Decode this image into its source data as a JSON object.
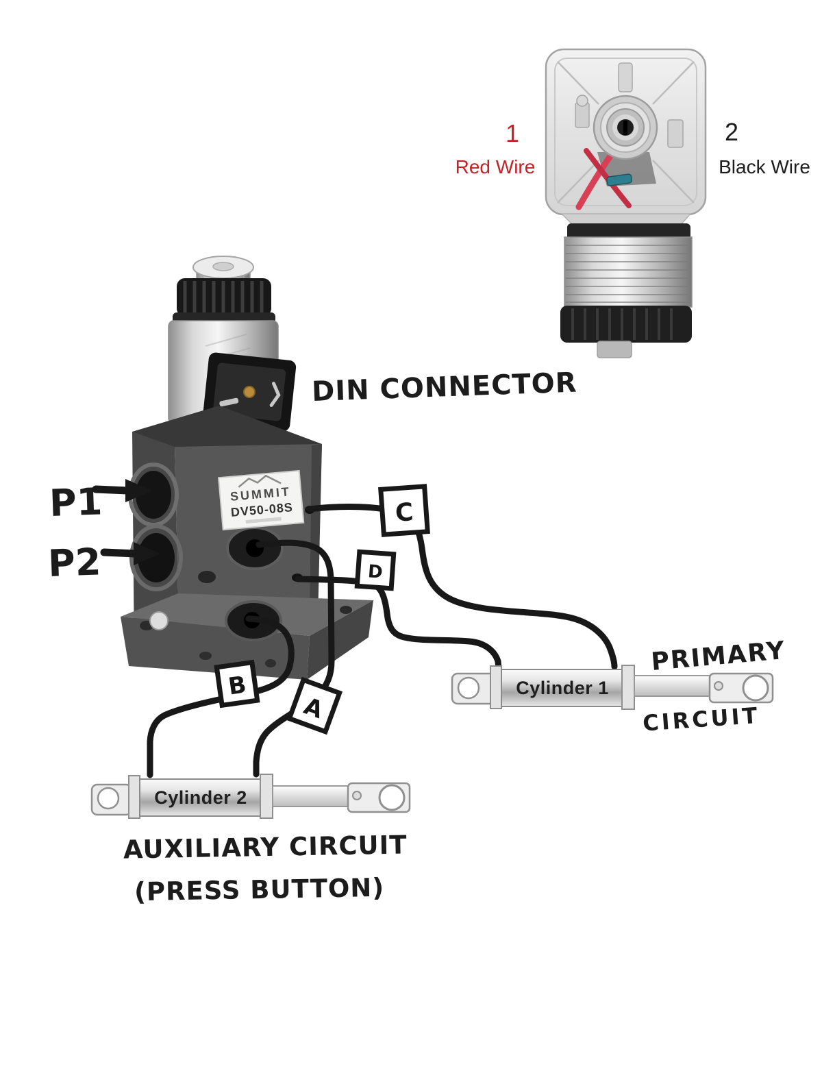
{
  "figure": {
    "background": "#ffffff",
    "ink_color": "#1c1c1c",
    "red_color": "#c42127",
    "type": "hand-annotated hydraulic valve wiring diagram"
  },
  "connector": {
    "pin1": {
      "number": "1",
      "label": "Red Wire",
      "color": "#c42127"
    },
    "pin2": {
      "number": "2",
      "label": "Black Wire",
      "color": "#1c1c1c"
    }
  },
  "valve": {
    "brand": "SUMMIT",
    "model": "DV50-08S"
  },
  "annotations": {
    "din_connector": "DIN CONNECTOR",
    "p1": "P1",
    "p2": "P2",
    "primary_line1": "PRIMARY",
    "primary_line2": "CIRCUIT",
    "aux_line1": "AUXILIARY CIRCUIT",
    "aux_line2": "(PRESS BUTTON)"
  },
  "ports": {
    "a": "A",
    "b": "B",
    "c": "C",
    "d": "D"
  },
  "cylinders": {
    "c1": "Cylinder 1",
    "c2": "Cylinder 2"
  },
  "connections": [
    {
      "hose": "C",
      "to": "Cylinder 1"
    },
    {
      "hose": "D",
      "to": "Cylinder 1"
    },
    {
      "hose": "A",
      "to": "Cylinder 2"
    },
    {
      "hose": "B",
      "to": "Cylinder 2"
    }
  ]
}
